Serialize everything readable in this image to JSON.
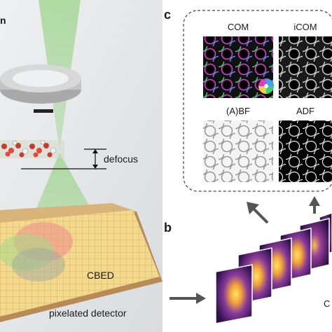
{
  "labels": {
    "beam": "n",
    "defocus": "defocus",
    "cbed": "CBED",
    "detector": "pixelated detector",
    "panel_b": "b",
    "panel_c": "c",
    "stack_caption": "C"
  },
  "images": [
    {
      "title": "COM"
    },
    {
      "title": "iCOM"
    },
    {
      "title": "(A)BF"
    },
    {
      "title": "ADF"
    }
  ],
  "colors": {
    "grid_fill": "#f2d98c",
    "grid_line": "#c9a96a",
    "cone": "#8fd07a",
    "ring": "#b5b5b5",
    "pattern_purple": "#5a2a8a",
    "pattern_orange": "#f3a53a"
  }
}
